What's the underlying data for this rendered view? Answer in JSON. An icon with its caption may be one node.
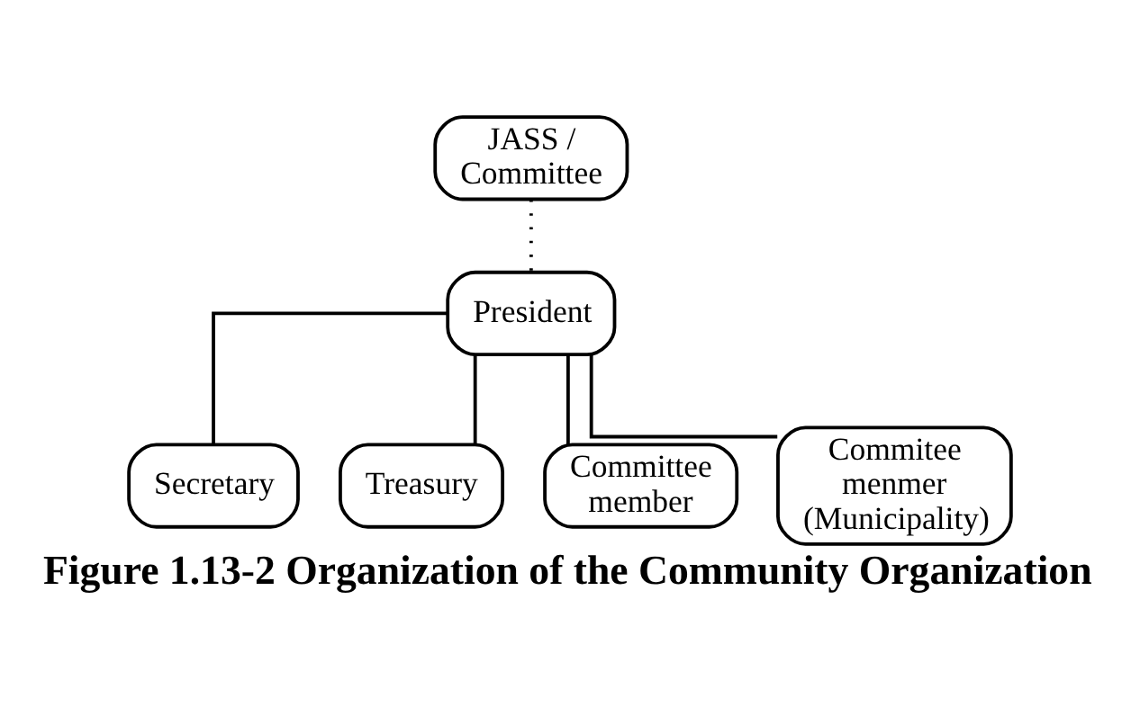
{
  "diagram": {
    "caption": "Figure 1.13-2 Organization of the Community Organization",
    "nodes": [
      {
        "text": [
          "JASS / Committee"
        ]
      },
      {
        "text": [
          "President"
        ]
      },
      {
        "text": [
          "Secretary"
        ]
      },
      {
        "text": [
          "Treasury"
        ]
      },
      {
        "text": [
          "Committee member"
        ]
      },
      {
        "text": [
          "Commitee menmer (Municipality)"
        ]
      }
    ],
    "edges": [
      {
        "from": 0,
        "to": 1,
        "arrow": "none",
        "style": "dashed"
      },
      {
        "from": 1,
        "to": 2,
        "arrow": "none"
      },
      {
        "from": 1,
        "to": 3,
        "arrow": "none"
      },
      {
        "from": 1,
        "to": 4,
        "arrow": "none"
      },
      {
        "from": 1,
        "to": 5,
        "arrow": "none"
      }
    ]
  }
}
